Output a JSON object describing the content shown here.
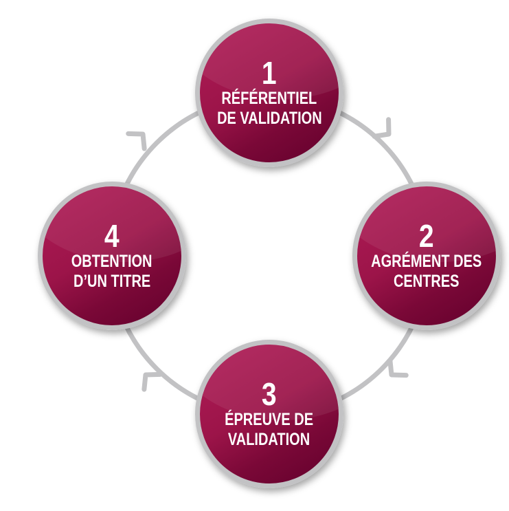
{
  "steps": [
    {
      "number": "1",
      "line1": "RÉFÉRENTIEL",
      "line2": "DE VALIDATION"
    },
    {
      "number": "2",
      "line1": "AGRÉMENT DES",
      "line2": "CENTRES"
    },
    {
      "number": "3",
      "line1": "ÉPREUVE DE",
      "line2": "VALIDATION"
    },
    {
      "number": "4",
      "line1": "OBTENTION",
      "line2": "D’UN TITRE"
    }
  ],
  "colors": {
    "node": "#9c1449",
    "ring": "#c2c2c4",
    "text": "#ffffff"
  }
}
